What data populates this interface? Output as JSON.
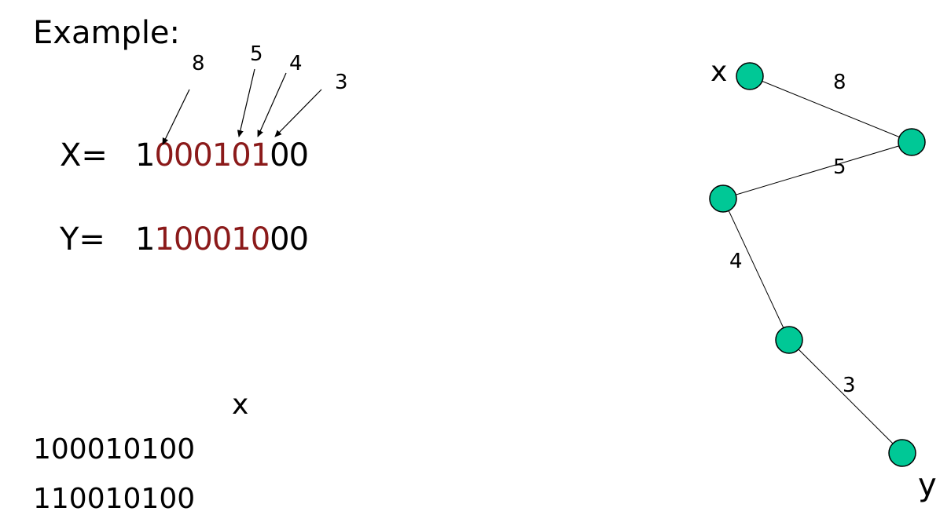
{
  "title": "Example:",
  "x_label": "X=",
  "y_label": "Y=",
  "x_bits": "100010100",
  "y_bits": "110001000",
  "x_highlight": [
    false,
    true,
    true,
    true,
    true,
    true,
    true,
    false,
    false
  ],
  "y_highlight": [
    false,
    true,
    true,
    true,
    true,
    true,
    true,
    false,
    false
  ],
  "arrow_labels": [
    "8",
    "5",
    "4",
    "3"
  ],
  "bottom_x_label": "x",
  "bottom_line1": "100010100",
  "bottom_line2": "110010100",
  "graph": {
    "start_label": "x",
    "end_label": "y",
    "edge_labels": [
      "8",
      "5",
      "4",
      "3"
    ],
    "node_color": "#00c896"
  },
  "colors": {
    "highlight": "#8b1a1a",
    "node_fill": "#00c896"
  }
}
